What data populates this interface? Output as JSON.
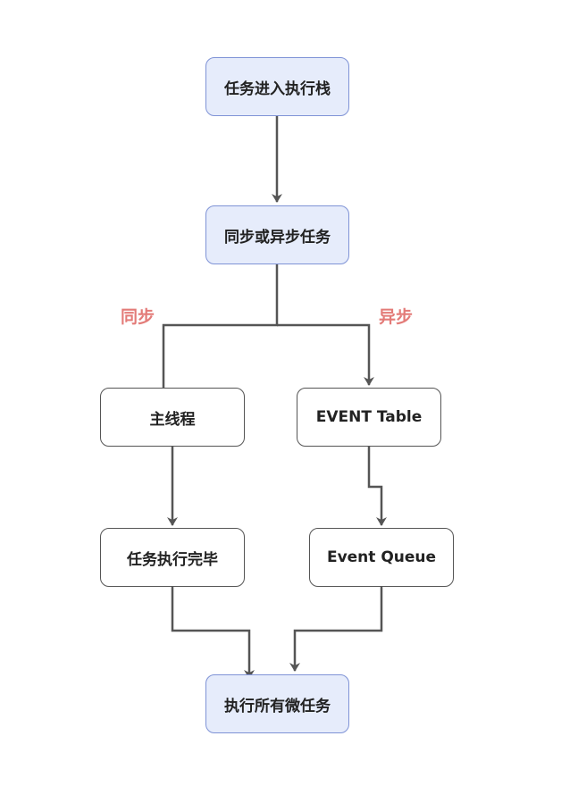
{
  "colors": {
    "accent_node_fill": "#e6ecfb",
    "accent_node_border": "#7f93d6",
    "plain_node_fill": "#ffffff",
    "plain_node_border": "#555555",
    "edge": "#555555",
    "branch_label": "#e37b78"
  },
  "nodes": {
    "enter_stack": "任务进入执行栈",
    "sync_or_async": "同步或异步任务",
    "main_thread": "主线程",
    "event_table": "EVENT Table",
    "task_done": "任务执行完毕",
    "event_queue": "Event Queue",
    "run_microtasks": "执行所有微任务"
  },
  "branch_labels": {
    "sync": "同步",
    "async": "异步"
  }
}
